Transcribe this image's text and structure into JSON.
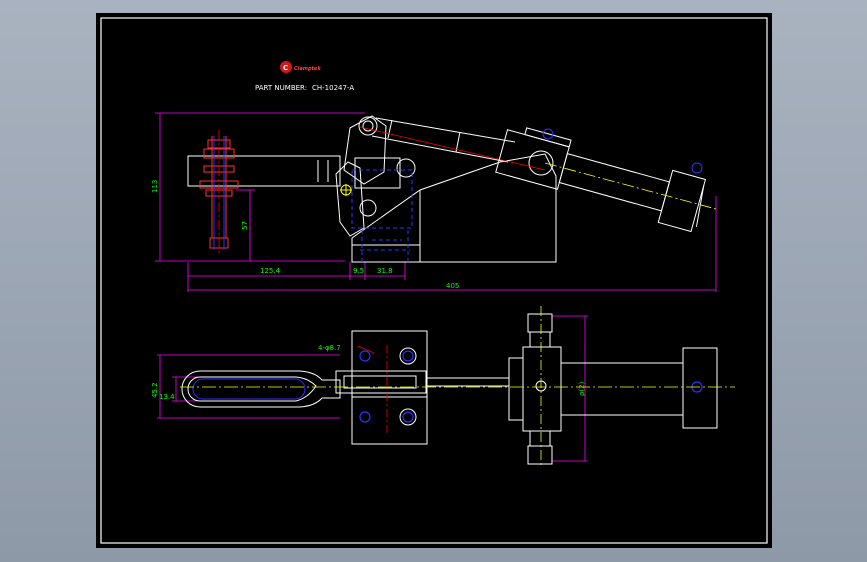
{
  "title_block": {
    "brand": "Clamptek",
    "part_number_label": "PART NUMBER:",
    "part_number": "CH-10247-A"
  },
  "dimensions": {
    "height_total": "113",
    "height_lower": "57",
    "len_125": "125.4",
    "len_9": "9.5",
    "len_31": "31.8",
    "len_total": "405",
    "hole_callout": "4-φ8.7",
    "width_45": "45.2",
    "slot_13": "13.4",
    "cyl_dia": "ρ(2)"
  },
  "colors": {
    "frame": "#ffffff",
    "outline": "#ffffff",
    "dimension": "#ff00ff",
    "dim_text": "#00ff00",
    "center": "#ff0000",
    "hidden": "#0000ff",
    "axis": "#ffff00",
    "bolt": "#ff3030"
  }
}
